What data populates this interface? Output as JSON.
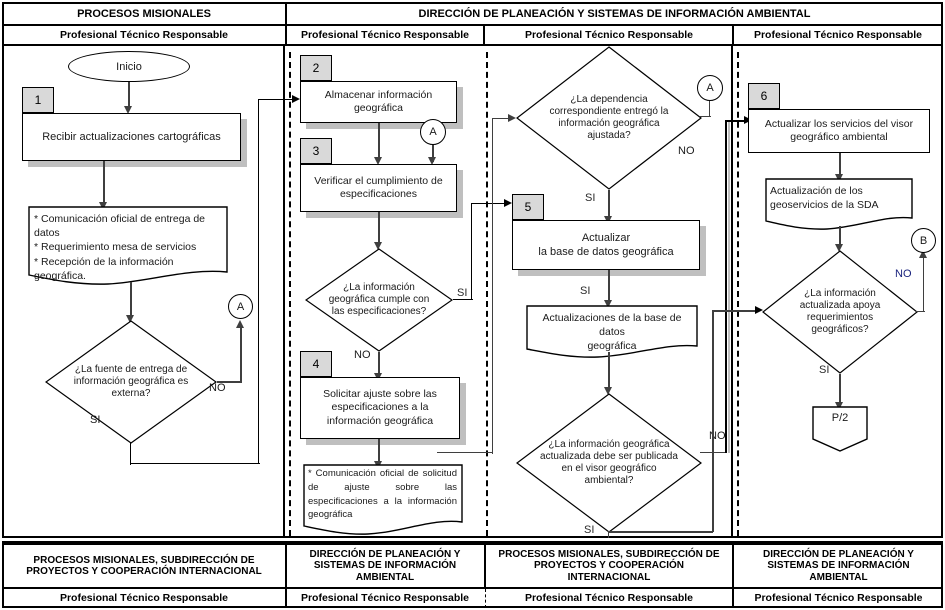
{
  "header": {
    "top_row": [
      {
        "label": "PROCESOS MISIONALES"
      },
      {
        "label": "DIRECCIÓN DE PLANEACIÓN Y SISTEMAS DE INFORMACIÓN AMBIENTAL"
      }
    ],
    "role_row": [
      {
        "label": "Profesional Técnico Responsable"
      },
      {
        "label": "Profesional Técnico Responsable"
      },
      {
        "label": "Profesional Técnico Responsable"
      },
      {
        "label": "Profesional Técnico Responsable"
      }
    ]
  },
  "footer": {
    "org_row": [
      {
        "label": "PROCESOS MISIONALES, SUBDIRECCIÓN DE PROYECTOS Y COOPERACIÓN INTERNACIONAL"
      },
      {
        "label": "DIRECCIÓN DE PLANEACIÓN Y SISTEMAS DE INFORMACIÓN AMBIENTAL"
      },
      {
        "label": "PROCESOS MISIONALES, SUBDIRECCIÓN DE PROYECTOS Y COOPERACIÓN INTERNACIONAL"
      },
      {
        "label": "DIRECCIÓN DE PLANEACIÓN Y SISTEMAS DE INFORMACIÓN AMBIENTAL"
      }
    ],
    "role_row": [
      {
        "label": "Profesional Técnico Responsable"
      },
      {
        "label": "Profesional Técnico Responsable"
      },
      {
        "label": "Profesional Técnico Responsable"
      },
      {
        "label": "Profesional Técnico Responsable"
      }
    ]
  },
  "flow": {
    "start": {
      "label": "Inicio"
    },
    "step1": {
      "number": "1",
      "label": "Recibir actualizaciones cartográficas"
    },
    "doc1": {
      "line1": "* Comunicación oficial de entrega de datos",
      "line2": "* Requerimiento mesa de servicios",
      "line3": "* Recepción de la información geográfica."
    },
    "dec1": {
      "label": "¿La fuente de entrega de información geográfica es externa?",
      "yes": "SI",
      "no": "NO"
    },
    "connA1": {
      "label": "A"
    },
    "step2": {
      "number": "2",
      "label": "Almacenar información geográfica"
    },
    "connA2": {
      "label": "A"
    },
    "step3": {
      "number": "3",
      "label": "Verificar el cumplimiento de especificaciones"
    },
    "dec2": {
      "label": "¿La información geográfica cumple con las especificaciones?",
      "yes": "SI",
      "no": "NO"
    },
    "step4": {
      "number": "4",
      "label": "Solicitar ajuste sobre las especificaciones a la información geográfica"
    },
    "doc2": {
      "text": "* Comunicación oficial de solicitud de ajuste sobre las especificaciones a la información geográfica"
    },
    "dec3": {
      "label": "¿La dependencia correspondiente entregó la información geográfica ajustada?",
      "yes": "SI",
      "no": "NO"
    },
    "connA3": {
      "label": "A"
    },
    "step5": {
      "number": "5",
      "label": "Actualizar\nla base de datos geográfica",
      "line1": "Actualizar",
      "line2": "la base de datos geográfica",
      "yes": "SI"
    },
    "doc3": {
      "line1": "Actualizaciones de la base de datos",
      "line2": "geográfica"
    },
    "dec4": {
      "label": "¿La información geográfica actualizada debe ser publicada en el visor geográfico ambiental?",
      "yes": "SI",
      "no": "NO"
    },
    "step6": {
      "number": "6",
      "label": "Actualizar los servicios del visor geográfico ambiental"
    },
    "doc4": {
      "line1": "Actualización de los",
      "line2": "geoservicios de la SDA"
    },
    "dec5": {
      "label": "¿La información actualizada apoya requerimientos geográficos?",
      "yes": "SI",
      "no": "NO"
    },
    "connB": {
      "label": "B"
    },
    "offpage": {
      "label": "P/2"
    }
  },
  "colors": {
    "shadow": "#bfbfbf",
    "tag_fill": "#d9d9d9",
    "line": "#3f3f3f",
    "border": "#000000"
  }
}
